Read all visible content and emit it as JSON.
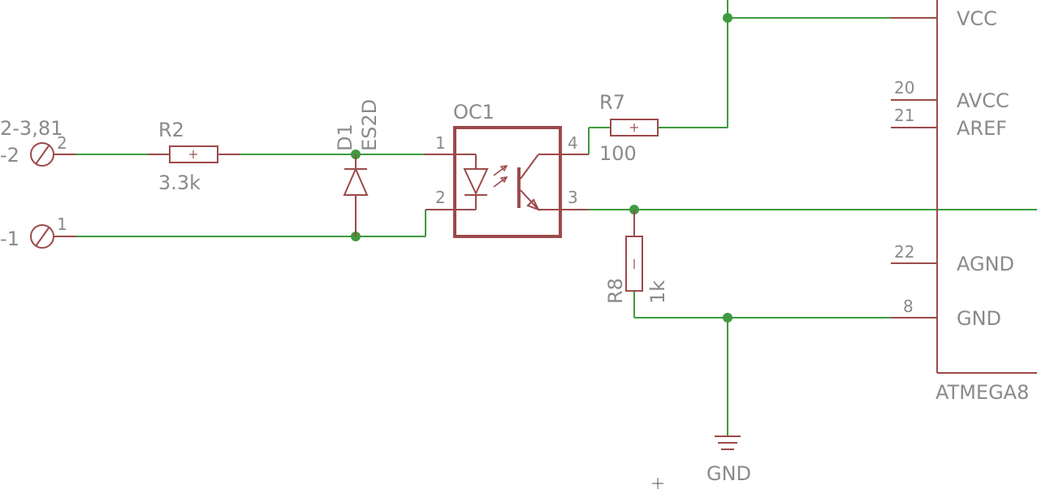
{
  "connector": {
    "name": "2-3,81",
    "pin_top_label": "-2",
    "pin_top_number": "2",
    "pin_bottom_label": "-1",
    "pin_bottom_number": "1"
  },
  "r2": {
    "name": "R2",
    "value": "3.3k"
  },
  "d1": {
    "name": "D1",
    "value": "ES2D"
  },
  "oc1": {
    "name": "OC1",
    "pin1": "1",
    "pin2": "2",
    "pin3": "3",
    "pin4": "4"
  },
  "r7": {
    "name": "R7",
    "value": "100"
  },
  "r8": {
    "name": "R8",
    "value": "1k"
  },
  "gnd": {
    "label": "GND"
  },
  "mcu": {
    "name": "ATMEGA8",
    "pins": [
      {
        "number": "",
        "label": "VCC"
      },
      {
        "number": "20",
        "label": "AVCC"
      },
      {
        "number": "21",
        "label": "AREF"
      },
      {
        "number": "22",
        "label": "AGND"
      },
      {
        "number": "8",
        "label": "GND"
      }
    ]
  },
  "colors": {
    "wire": "#3f9a3f",
    "symbol": "#9c4a4a",
    "text": "#8a8a8a"
  }
}
